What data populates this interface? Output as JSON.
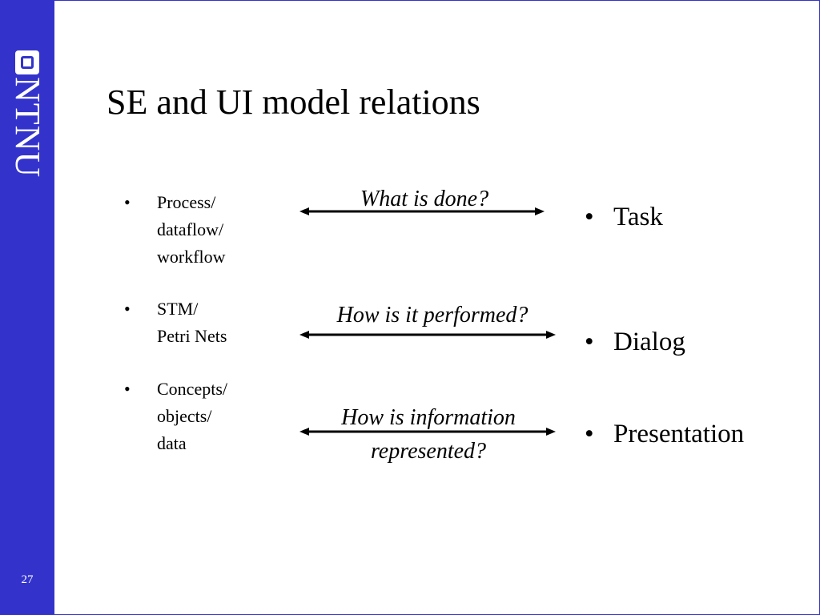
{
  "slide": {
    "title": "SE and UI model relations",
    "page_number": "27",
    "logo_text": "NTNU",
    "brand_color": "#3333cc"
  },
  "left_items": [
    {
      "text": "Process/\ndataflow/\nworkflow"
    },
    {
      "text": "STM/\nPetri Nets"
    },
    {
      "text": "Concepts/\nobjects/\ndata"
    }
  ],
  "right_items": [
    {
      "text": "Task"
    },
    {
      "text": "Dialog"
    },
    {
      "text": "Presentation"
    }
  ],
  "questions": [
    {
      "text": "What is done?"
    },
    {
      "text": "How is it performed?"
    },
    {
      "text": "How is information"
    },
    {
      "text": "represented?"
    }
  ],
  "bullet_glyph": "•"
}
